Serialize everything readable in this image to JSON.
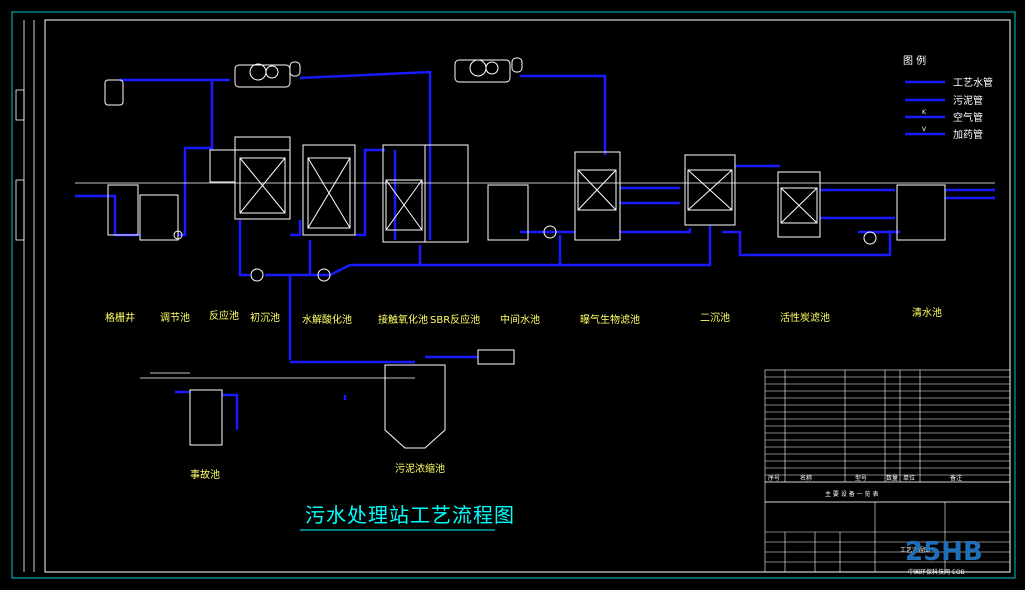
{
  "title": "污水处理站工艺流程图",
  "legend": {
    "heading": "图 例",
    "items": [
      {
        "label": "工艺水管"
      },
      {
        "label": "污泥管"
      },
      {
        "label": "空气管",
        "code": "K"
      },
      {
        "label": "加药管",
        "code": "V"
      }
    ]
  },
  "units": {
    "u1": "格栅井",
    "u2": "调节池",
    "u3": "反应池",
    "u4": "初沉池",
    "u5": "水解酸化池",
    "u6": "接触氧化池",
    "u7": "SBR反应池",
    "u8": "中间水池",
    "u9": "曝气生物滤池",
    "u10": "二沉池",
    "u11": "活性炭滤池",
    "u12": "清水池",
    "u13": "事故池",
    "u14": "污泥浓缩池"
  },
  "table": {
    "caption": "主 要 设 备 一 览 表",
    "header_cols": [
      "序号",
      "名称",
      "型号",
      "数量",
      "单位",
      "备注"
    ]
  },
  "titleblock": {
    "drawing_name": "工艺流程图"
  },
  "watermark": {
    "main": "25HB",
    "sub": "中国环保科技网-EOB"
  },
  "colors": {
    "pipe": "#1a1aff",
    "line": "#ffffff",
    "frame": "#00c8c8",
    "title": "#00ffff"
  }
}
